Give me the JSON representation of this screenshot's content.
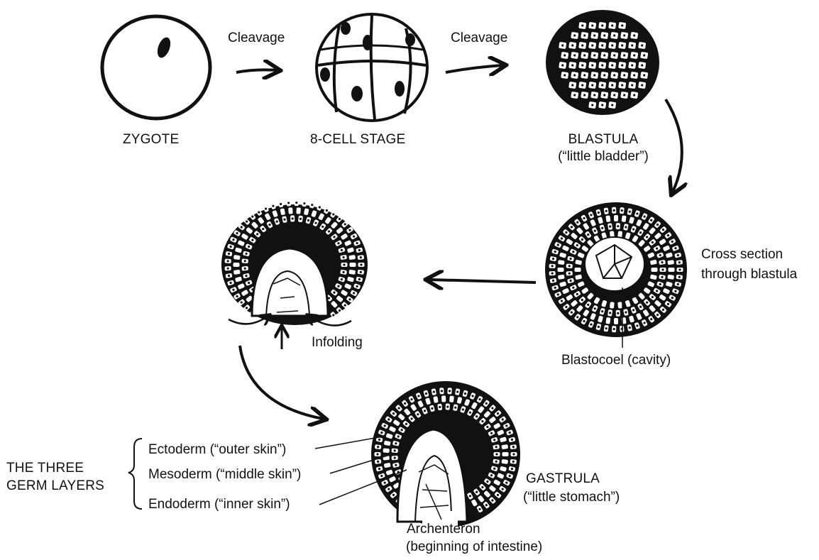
{
  "stages": {
    "zygote": "ZYGOTE",
    "eight_cell": "8-CELL STAGE",
    "blastula": "BLASTULA",
    "blastula_meaning": "(“little bladder”)",
    "gastrula": "GASTRULA",
    "gastrula_meaning": "(“little stomach”)"
  },
  "arrows": {
    "cleavage_1": "Cleavage",
    "cleavage_2": "Cleavage",
    "infolding": "Infolding"
  },
  "cross_section": {
    "line1": "Cross section",
    "line2": "through blastula",
    "blastocoel": "Blastocoel (cavity)"
  },
  "germ_layers": {
    "title_line1": "THE THREE",
    "title_line2": "GERM LAYERS",
    "ectoderm": "Ectoderm (“outer skin”)",
    "mesoderm": "Mesoderm (“middle skin”)",
    "endoderm": "Endoderm (“inner skin”)"
  },
  "archenteron": {
    "line1": "Archenteron",
    "line2": "(beginning of intestine)"
  },
  "colors": {
    "ink": "#111111",
    "background": "#ffffff"
  }
}
